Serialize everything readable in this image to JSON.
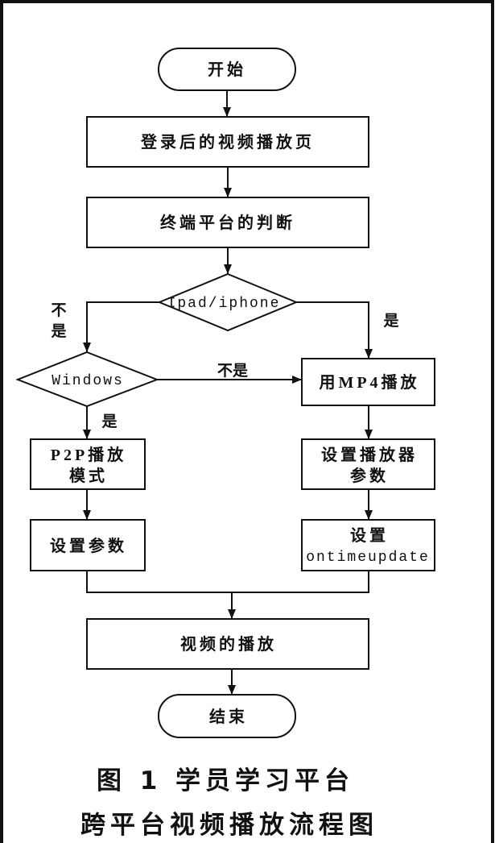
{
  "colors": {
    "stroke": "#111111",
    "background": "#ffffff",
    "text": "#111111"
  },
  "nodes": {
    "start": "开始",
    "login_page": "登录后的视频播放页",
    "platform_check": "终端平台的判断",
    "ipad_decision": "Ipad/iphone",
    "windows_decision": "Windows",
    "mp4_play": "用MP4播放",
    "p2p_mode": [
      "P2P播放",
      "模式"
    ],
    "set_params": "设置参数",
    "set_player_params": [
      "设置播放器",
      "参数"
    ],
    "set_ontimeupdate": [
      "设置",
      "ontimeupdate"
    ],
    "video_play": "视频的播放",
    "end": "结束"
  },
  "edge_labels": {
    "ipad_no": [
      "不",
      "是"
    ],
    "ipad_yes": "是",
    "windows_no": "不是",
    "windows_yes": "是"
  },
  "caption": {
    "figure_label": "图 1",
    "title_line1": "学员学习平台",
    "title_line2": "跨平台视频播放流程图"
  }
}
